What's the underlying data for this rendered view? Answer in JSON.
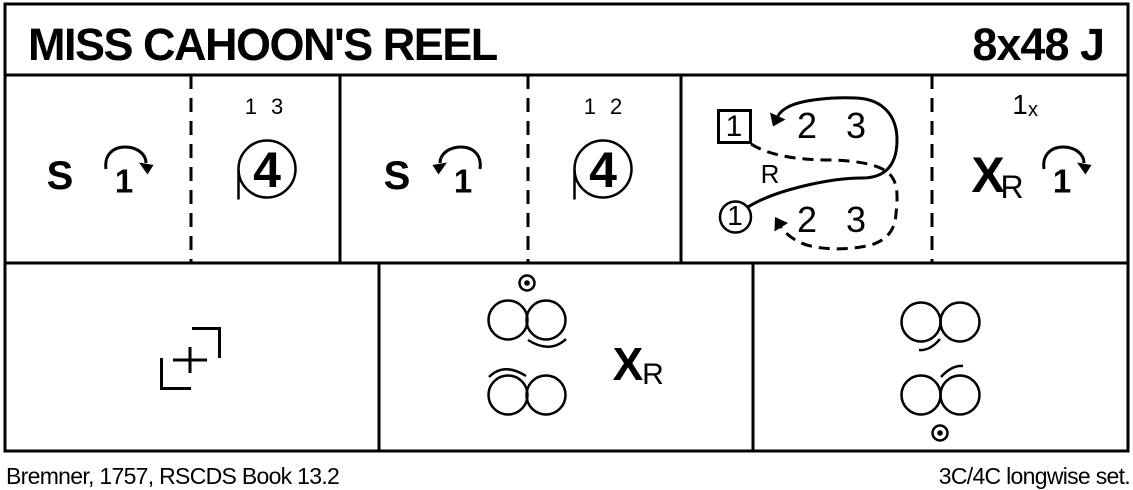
{
  "colors": {
    "ink": "#000000",
    "paper": "#ffffff"
  },
  "header": {
    "title": "MISS CAHOON'S REEL",
    "repeat_code": "8x48 J"
  },
  "footer": {
    "source": "Bremner, 1757, RSCDS Book 13.2",
    "set_type": "3C/4C longwise set."
  },
  "cells": {
    "c1": {
      "set_label": "S",
      "turn_couple": "1",
      "couples_label": "1 3",
      "hands_round": "4"
    },
    "c2": {
      "set_label": "S",
      "turn_couple": "1",
      "couples_label": "1 2",
      "hands_round": "4"
    },
    "c3": {
      "first_man": "1",
      "first_woman": "1",
      "reel_top": [
        "2",
        "3"
      ],
      "reel_bottom": [
        "2",
        "3"
      ],
      "shoulder": "R"
    },
    "c4": {
      "couple": "1",
      "couple_sub": "x",
      "cross_label": "X",
      "cross_hand": "R",
      "turn_couple": "1"
    },
    "c6": {
      "cross_label": "X",
      "cross_hand": "R"
    }
  },
  "symbols": {
    "c1_turn": "turn-clockwise-arrow",
    "c2_turn": "turn-anticlockwise-arrow",
    "c1_circle": "four-hands-round-left",
    "c2_circle": "four-hands-round-left",
    "c3_paths": "reel-of-three",
    "c4_turn": "turn-clockwise-arrow",
    "c5": "turn-corners-and-partner",
    "c6": "poussette-couples",
    "c7": "poussette-couples"
  }
}
